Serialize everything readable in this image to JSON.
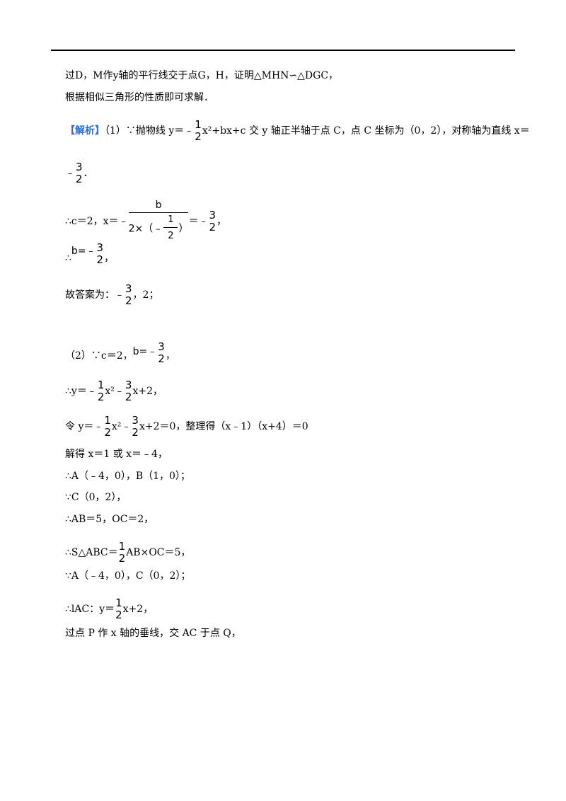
{
  "lines": {
    "l1": "过D，M作y轴的平行线交于点G，H，证明△MHN∽△DGC，",
    "l2": "根据相似三角形的性质即可求解．",
    "label": "【解析】",
    "l3a": "（1）∵抛物线 y＝﹣",
    "l3b": "x²+bx+c 交 y 轴正半轴于点 C，点 C 坐标为（0，2），对称轴为直线 x＝",
    "l4a": "﹣",
    "l4b": "．",
    "l5a": "∴c＝2，x＝﹣",
    "l5b": "＝﹣",
    "l5c": "，",
    "l5num": "b",
    "l5den_a": "2×（﹣",
    "l5den_b": "）",
    "l6a": "∴",
    "l6b": "b=﹣",
    "l6c": "，",
    "l7a": "故答案为：﹣",
    "l7b": "，2；",
    "l8a": "（2）∵c＝2，",
    "l8b": "b=﹣",
    "l8c": "，",
    "l9a": "∴y＝﹣",
    "l9b": "x²﹣",
    "l9c": "x+2，",
    "l10a": "令 y＝﹣",
    "l10b": "x²﹣",
    "l10c": "x+2＝0，整理得（x﹣1）（x+4）＝0",
    "l11": "解得 x＝1 或 x＝﹣4，",
    "l12": "∴A（﹣4，0），B（1，0）；",
    "l13": "∵C（0，2），",
    "l14": "∴AB＝5，OC＝2，",
    "l15a": "∴S△ABC＝",
    "l15b": "AB×OC＝5，",
    "l16": "∵A（﹣4，0），C（0，2）；",
    "l17a": "∴lAC：y＝",
    "l17b": "x+2，",
    "l18": "过点 P 作 x 轴的垂线，交 AC 于点 Q，"
  },
  "frac": {
    "one": "1",
    "two": "2",
    "three": "3"
  }
}
